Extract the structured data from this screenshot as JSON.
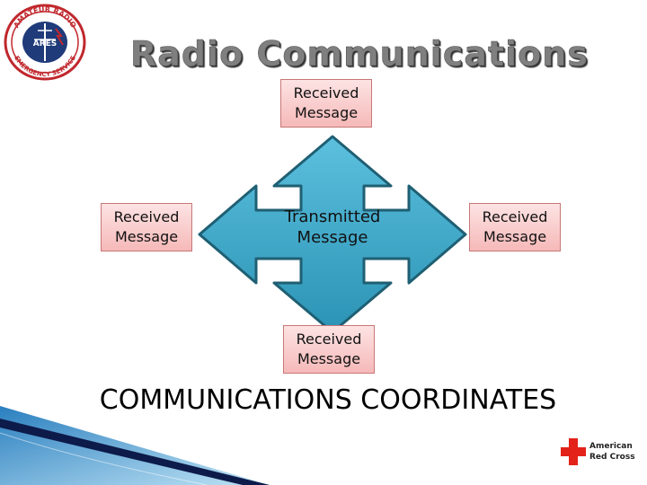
{
  "title": "Radio Communications",
  "subtitle": "COMMUNICATIONS COORDINATES",
  "center": {
    "line1": "Transmitted",
    "line2": "Message"
  },
  "boxes": {
    "top": {
      "line1": "Received",
      "line2": "Message"
    },
    "left": {
      "line1": "Received",
      "line2": "Message"
    },
    "right": {
      "line1": "Received",
      "line2": "Message"
    },
    "bottom": {
      "line1": "Received",
      "line2": "Message"
    }
  },
  "logos": {
    "ares": {
      "ring_top": "AMATEUR RADIO",
      "ring_bottom": "EMERGENCY SERVICE",
      "center": "ARES"
    },
    "redcross": {
      "line1": "American",
      "line2": "Red Cross"
    }
  },
  "colors": {
    "arrow_fill": "#3aa9cc",
    "arrow_stroke": "#1f5f73",
    "box_fill": "#f6b9b9",
    "box_border": "#c87878",
    "title": "#7f7f7f",
    "redcross": "#e32219"
  },
  "icons": {
    "center": "four-way-arrow-icon",
    "ares": "ares-logo-icon",
    "redcross": "red-cross-icon"
  }
}
